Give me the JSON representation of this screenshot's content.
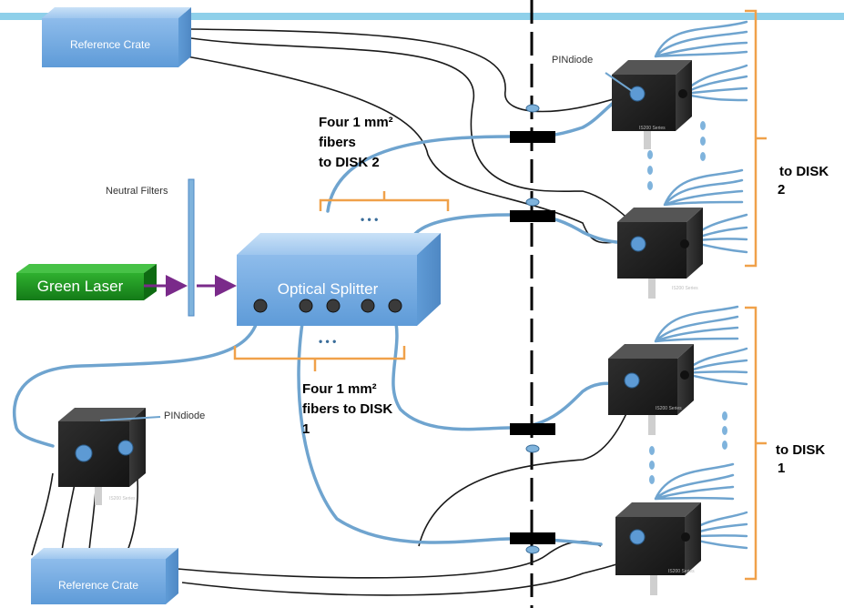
{
  "header": {
    "accent_color": "#8fd0ea"
  },
  "reference_crate_top": {
    "label": "Reference Crate"
  },
  "reference_crate_bottom": {
    "label": "Reference Crate"
  },
  "laser": {
    "label": "Green Laser",
    "color": "#1f9a23"
  },
  "neutral_filters": {
    "label": "Neutral Filters"
  },
  "splitter": {
    "label": "Optical Splitter",
    "ellipsis_top": "• • •",
    "ellipsis_bottom": "• • •"
  },
  "fibers_disk2": {
    "line1": "Four  1 mm²",
    "line2": "fibers",
    "line3": "to DISK 2"
  },
  "fibers_disk1": {
    "line1": "Four  1 mm²",
    "line2": "fibers to DISK",
    "line3": "1"
  },
  "pin_top": {
    "label": "PINdiode"
  },
  "pin_left": {
    "label": "PINdiode"
  },
  "to_disk2": {
    "line1": "to DISK",
    "line2": "2"
  },
  "to_disk1": {
    "line1": "to DISK",
    "line2": "1"
  },
  "cube_series": {
    "label": "IS200 Series"
  },
  "colors": {
    "fiber": "#6fa4cf",
    "bracket": "#f0a14a",
    "arrow": "#7a2a8a",
    "connector": "#000000"
  }
}
